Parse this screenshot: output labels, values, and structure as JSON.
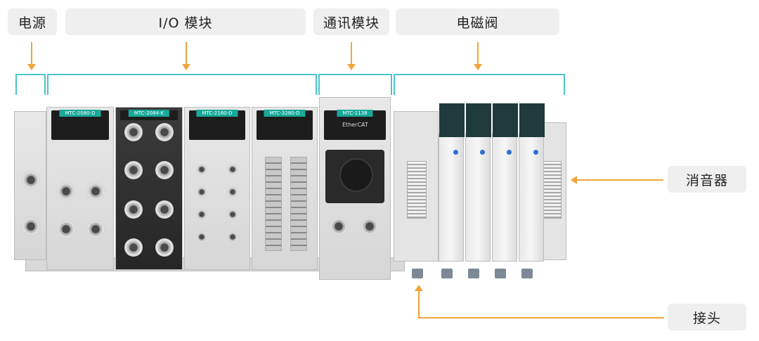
{
  "labels": {
    "power": "电源",
    "io_module": "I/O 模块",
    "comm_module": "通讯模块",
    "solenoid_valve": "电磁阀",
    "silencer": "消音器",
    "connector": "接头"
  },
  "device": {
    "module_tags": [
      "MTC-2080-D",
      "MTC-2084-K",
      "MTC-2160-D",
      "MTC-3280-D",
      "MTC-1138"
    ],
    "comm_brand": "EtherCAT"
  },
  "colors": {
    "arrow": "#f0a43a",
    "bracket": "#4cc4c8",
    "label_bg": "#efefef",
    "module_tag": "#18a999"
  }
}
